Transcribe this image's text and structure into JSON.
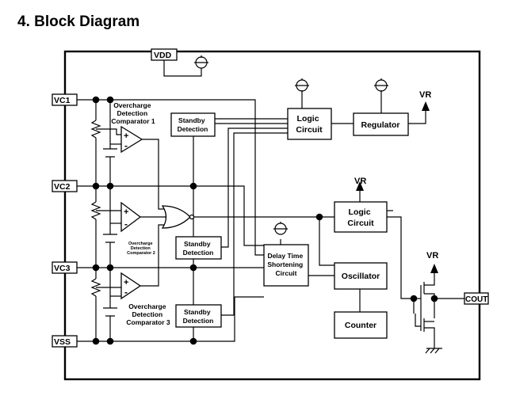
{
  "section_title": "4.  Block Diagram",
  "pins": {
    "vdd": "VDD",
    "vc1": "VC1",
    "vc2": "VC2",
    "vc3": "VC3",
    "vss": "VSS",
    "cout": "COUT"
  },
  "blocks": {
    "comp1_label": [
      "Overcharge",
      "Detection",
      "Comparator 1"
    ],
    "comp2_label": [
      "Overcharge",
      "Detection",
      "Comparator 2"
    ],
    "comp3_label": [
      "Overcharge",
      "Detection",
      "Comparator 3"
    ],
    "standby1": [
      "Standby",
      "Detection"
    ],
    "standby2": [
      "Standby",
      "Detection"
    ],
    "standby3": [
      "Standby",
      "Detection"
    ],
    "logic1": [
      "Logic",
      "Circuit"
    ],
    "logic2": [
      "Logic",
      "Circuit"
    ],
    "regulator": "Regulator",
    "delay": [
      "Delay Time",
      "Shortening",
      "Circuit"
    ],
    "oscillator": "Oscillator",
    "counter": "Counter"
  },
  "supply_labels": {
    "vr_regulator": "VR",
    "vr_logic": "VR",
    "vr_output": "VR"
  },
  "symbols": {
    "plus": "+",
    "minus": "-"
  }
}
